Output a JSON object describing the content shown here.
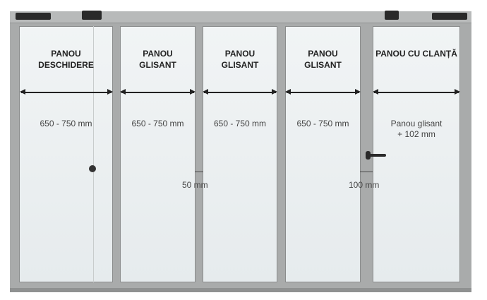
{
  "panels": [
    {
      "title_line1": "PANOU",
      "title_line2": "DESCHIDERE",
      "width": "650 - 750 mm"
    },
    {
      "title_line1": "PANOU",
      "title_line2": "GLISANT",
      "width": "650 - 750 mm"
    },
    {
      "title_line1": "PANOU",
      "title_line2": "GLISANT",
      "width": "650 - 750 mm"
    },
    {
      "title_line1": "PANOU",
      "title_line2": "GLISANT",
      "width": "650 - 750 mm"
    },
    {
      "title_line1": "PANOU CU CLANȚĂ",
      "width_line1": "Panou glisant",
      "width_line2": "+ 102 mm"
    }
  ],
  "gaps": {
    "standard": "50 mm",
    "handle_profile": "100 mm"
  }
}
